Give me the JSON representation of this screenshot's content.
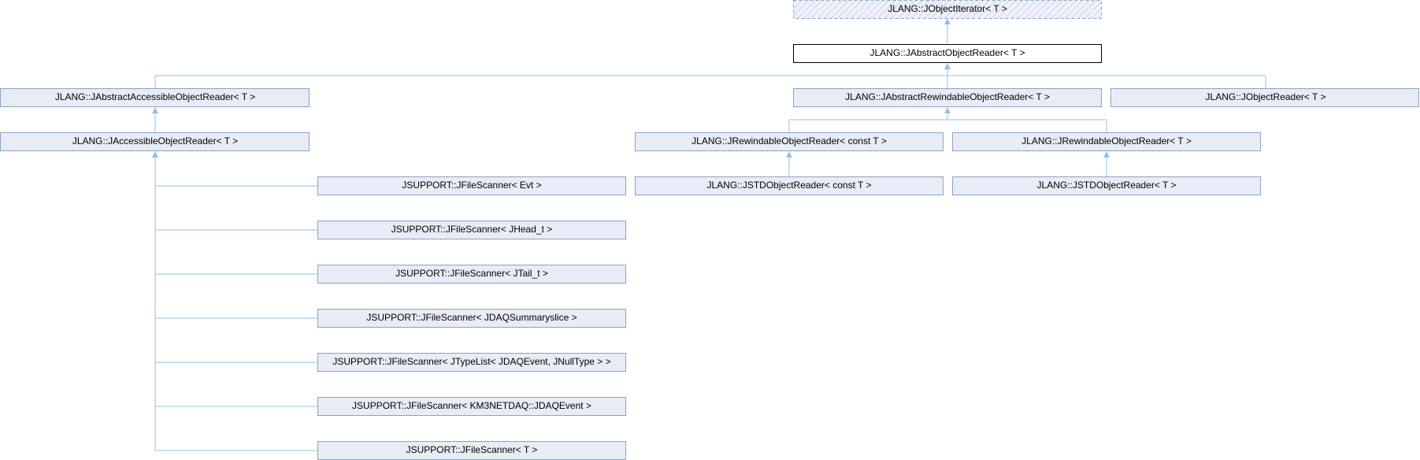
{
  "diagram": {
    "nodes": {
      "iter": {
        "label": "JLANG::JObjectIterator< T >"
      },
      "absReader": {
        "label": "JLANG::JAbstractObjectReader< T >"
      },
      "absAccessible": {
        "label": "JLANG::JAbstractAccessibleObjectReader< T >"
      },
      "absRewindable": {
        "label": "JLANG::JAbstractRewindableObjectReader< T >"
      },
      "objReader": {
        "label": "JLANG::JObjectReader< T >"
      },
      "accessible": {
        "label": "JLANG::JAccessibleObjectReader< T >"
      },
      "rewConst": {
        "label": "JLANG::JRewindableObjectReader< const T >"
      },
      "rewT": {
        "label": "JLANG::JRewindableObjectReader< T >"
      },
      "stdConst": {
        "label": "JLANG::JSTDObjectReader< const T >"
      },
      "stdT": {
        "label": "JLANG::JSTDObjectReader< T >"
      },
      "fsEvt": {
        "label": "JSUPPORT::JFileScanner< Evt >"
      },
      "fsHead": {
        "label": "JSUPPORT::JFileScanner< JHead_t >"
      },
      "fsTail": {
        "label": "JSUPPORT::JFileScanner< JTail_t >"
      },
      "fsSummary": {
        "label": "JSUPPORT::JFileScanner< JDAQSummaryslice >"
      },
      "fsTypeList": {
        "label": "JSUPPORT::JFileScanner< JTypeList< JDAQEvent, JNullType > >"
      },
      "fsKm3": {
        "label": "JSUPPORT::JFileScanner< KM3NETDAQ::JDAQEvent >"
      },
      "fsT": {
        "label": "JSUPPORT::JFileScanner< T >"
      }
    }
  }
}
